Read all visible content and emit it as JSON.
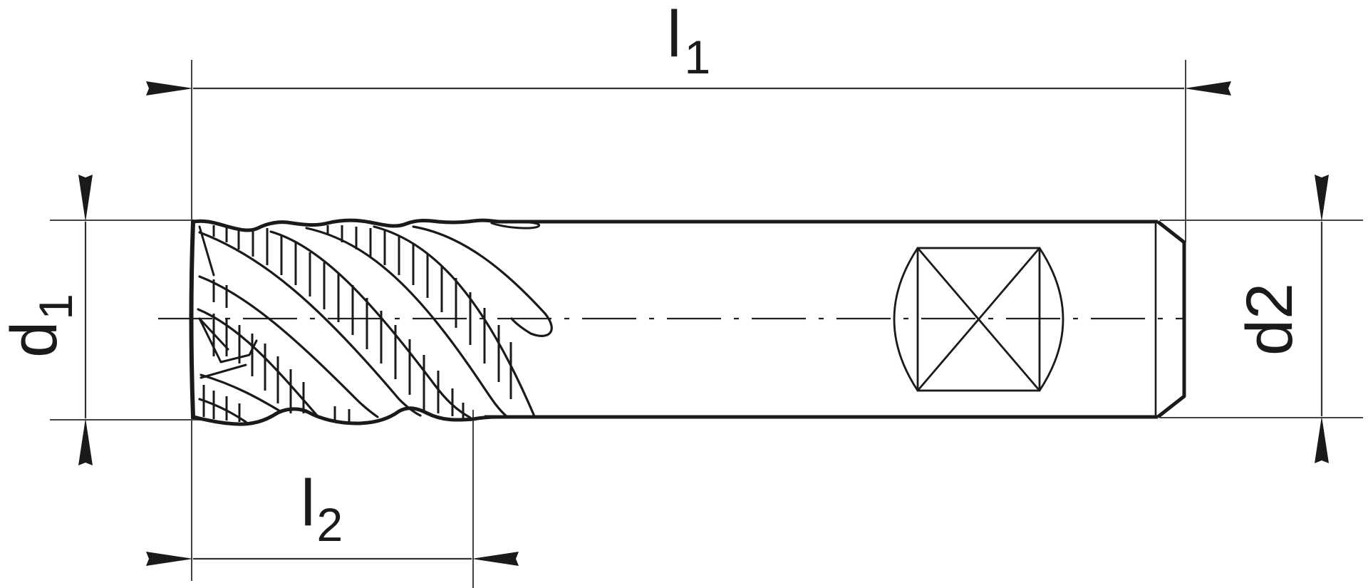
{
  "drawing": {
    "subject": "roughing end mill with clamping flat shank",
    "colors": {
      "line": "#1a1a1a",
      "thin_line": "#333333",
      "background": "#ffffff"
    }
  },
  "dimensions": {
    "l1": {
      "main": "l",
      "sub": "1",
      "description": "overall length"
    },
    "l2": {
      "main": "l",
      "sub": "2",
      "description": "cutting length"
    },
    "d1": {
      "main": "d",
      "sub": "1",
      "description": "cutting diameter"
    },
    "d2": {
      "main": "d",
      "sub": "2",
      "description": "shank diameter"
    }
  }
}
